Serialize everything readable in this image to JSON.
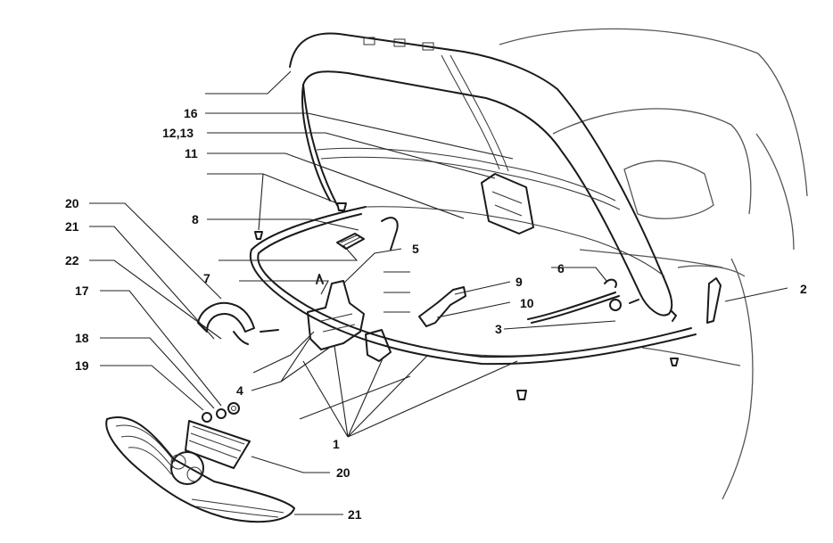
{
  "diagram": {
    "title": "Front hood (bonnet) exploded parts diagram",
    "labels": [
      {
        "id": "16",
        "text": "16"
      },
      {
        "id": "12-13",
        "text": "12,13"
      },
      {
        "id": "11",
        "text": "11"
      },
      {
        "id": "8",
        "text": "8"
      },
      {
        "id": "5",
        "text": "5"
      },
      {
        "id": "7",
        "text": "7"
      },
      {
        "id": "6",
        "text": "6"
      },
      {
        "id": "2",
        "text": "2"
      },
      {
        "id": "9",
        "text": "9"
      },
      {
        "id": "10",
        "text": "10"
      },
      {
        "id": "3",
        "text": "3"
      },
      {
        "id": "20-top",
        "text": "20"
      },
      {
        "id": "21-top",
        "text": "21"
      },
      {
        "id": "22",
        "text": "22"
      },
      {
        "id": "17",
        "text": "17"
      },
      {
        "id": "18",
        "text": "18"
      },
      {
        "id": "19",
        "text": "19"
      },
      {
        "id": "4",
        "text": "4"
      },
      {
        "id": "1",
        "text": "1"
      },
      {
        "id": "20-bottom",
        "text": "20"
      },
      {
        "id": "21-bottom",
        "text": "21"
      }
    ]
  }
}
